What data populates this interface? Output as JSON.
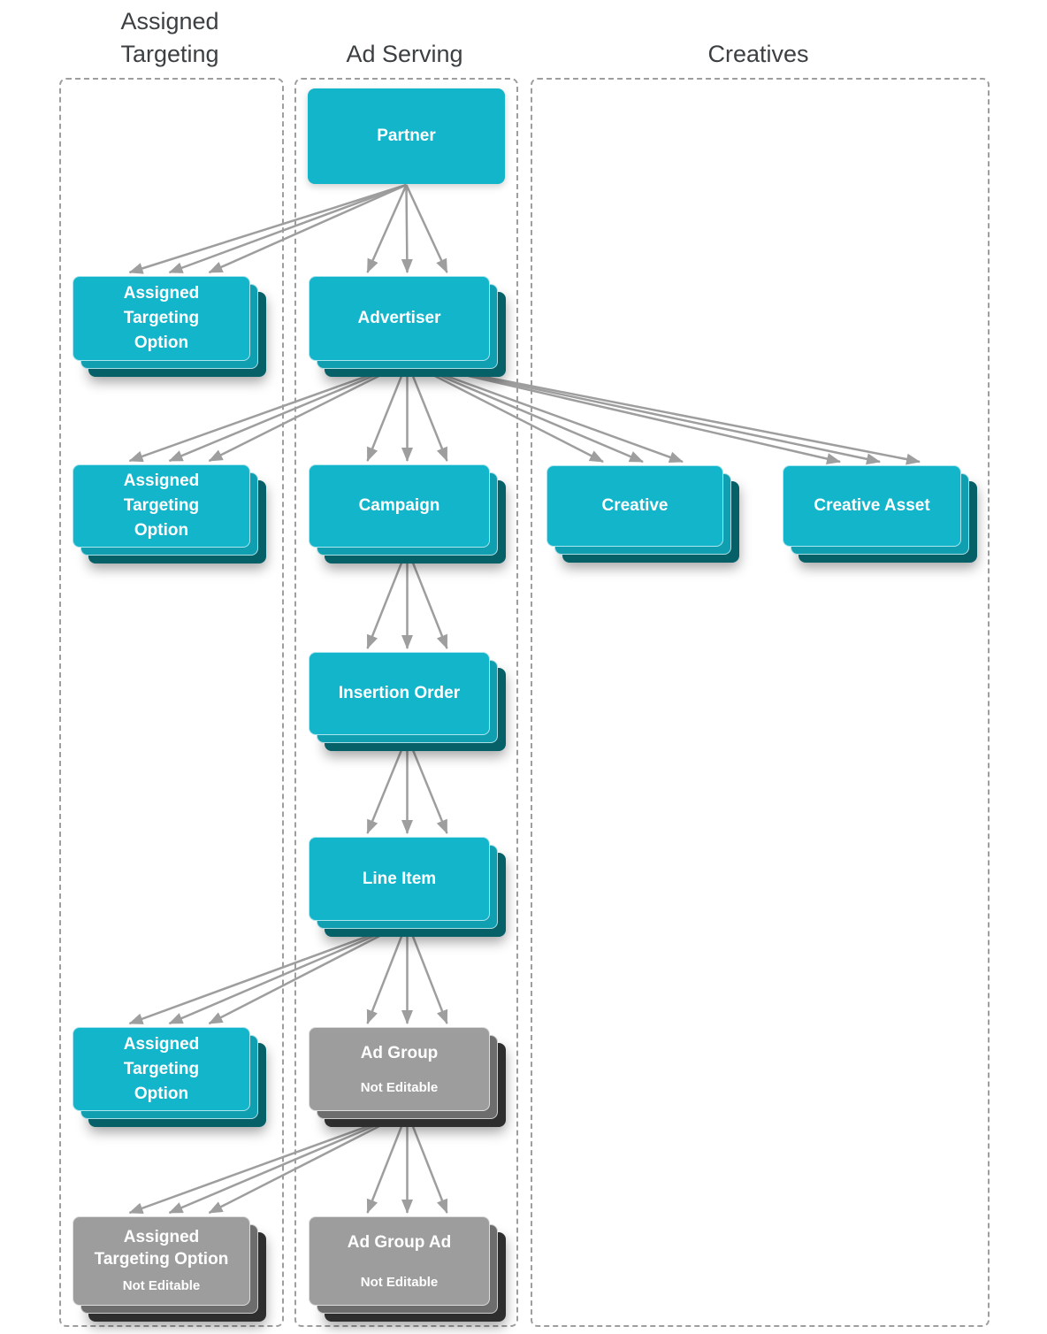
{
  "columns": {
    "assigned_targeting": {
      "label": "Assigned\nTargeting"
    },
    "ad_serving": {
      "label": "Ad Serving"
    },
    "creatives": {
      "label": "Creatives"
    }
  },
  "nodes": {
    "partner": {
      "label": "Partner"
    },
    "ato1": {
      "label": "Assigned\nTargeting\nOption"
    },
    "advertiser": {
      "label": "Advertiser"
    },
    "ato2": {
      "label": "Assigned\nTargeting\nOption"
    },
    "campaign": {
      "label": "Campaign"
    },
    "creative": {
      "label": "Creative"
    },
    "creative_asset": {
      "label": "Creative Asset"
    },
    "insertion_order": {
      "label": "Insertion Order"
    },
    "line_item": {
      "label": "Line Item"
    },
    "ato3": {
      "label": "Assigned\nTargeting\nOption"
    },
    "ad_group": {
      "label": "Ad Group",
      "sublabel": "Not Editable"
    },
    "ato4": {
      "label": "Assigned\nTargeting Option",
      "sublabel": "Not Editable"
    },
    "ad_group_ad": {
      "label": "Ad Group Ad",
      "sublabel": "Not Editable"
    }
  },
  "edges": [
    {
      "from": "partner",
      "to": "ato1"
    },
    {
      "from": "partner",
      "to": "advertiser"
    },
    {
      "from": "advertiser",
      "to": "ato2"
    },
    {
      "from": "advertiser",
      "to": "campaign"
    },
    {
      "from": "advertiser",
      "to": "creative"
    },
    {
      "from": "advertiser",
      "to": "creative_asset"
    },
    {
      "from": "campaign",
      "to": "insertion_order"
    },
    {
      "from": "insertion_order",
      "to": "line_item"
    },
    {
      "from": "line_item",
      "to": "ato3"
    },
    {
      "from": "line_item",
      "to": "ad_group"
    },
    {
      "from": "ad_group",
      "to": "ato4"
    },
    {
      "from": "ad_group",
      "to": "ad_group_ad"
    }
  ],
  "colors": {
    "entity_front": "#13b5cb",
    "entity_mid": "#0f9fb1",
    "entity_back": "#066068",
    "not_editable_front": "#9d9d9d",
    "not_editable_mid": "#6d6d6d",
    "not_editable_back": "#2e2e2e",
    "arrow": "#9e9e9e",
    "panel_border": "#9e9e9e",
    "header_text": "#3c4043"
  }
}
